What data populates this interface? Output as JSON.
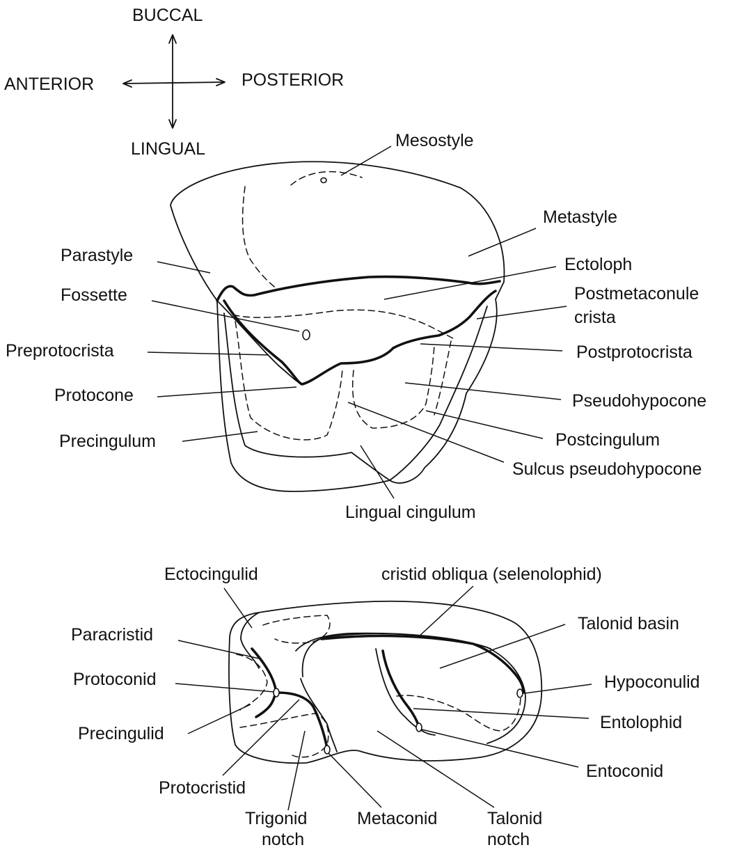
{
  "orientation": {
    "buccal": "BUCCAL",
    "anterior": "ANTERIOR",
    "posterior": "POSTERIOR",
    "lingual": "LINGUAL"
  },
  "upper_molar": {
    "labels": {
      "mesostyle": "Mesostyle",
      "metastyle": "Metastyle",
      "parastyle": "Parastyle",
      "ectoloph": "Ectoloph",
      "fossette": "Fossette",
      "postmetaconule_crista_1": "Postmetaconule",
      "postmetaconule_crista_2": "crista",
      "preprotocrista": "Preprotocrista",
      "postprotocrista": "Postprotocrista",
      "protocone": "Protocone",
      "pseudohypocone": "Pseudohypocone",
      "precingulum": "Precingulum",
      "postcingulum": "Postcingulum",
      "sulcus_pseudohypocone": "Sulcus pseudohypocone",
      "lingual_cingulum": "Lingual cingulum"
    }
  },
  "lower_molar": {
    "labels": {
      "ectocingulid": "Ectocingulid",
      "cristid_obliqua": "cristid obliqua (selenolophid)",
      "paracristid": "Paracristid",
      "talonid_basin": "Talonid basin",
      "protoconid": "Protoconid",
      "hypoconulid": "Hypoconulid",
      "entolophid": "Entolophid",
      "precingulid": "Precingulid",
      "entoconid": "Entoconid",
      "protocristid": "Protocristid",
      "trigonid_notch_1": "Trigonid",
      "trigonid_notch_2": "notch",
      "metaconid": "Metaconid",
      "talonid_notch_1": "Talonid",
      "talonid_notch_2": "notch"
    }
  }
}
